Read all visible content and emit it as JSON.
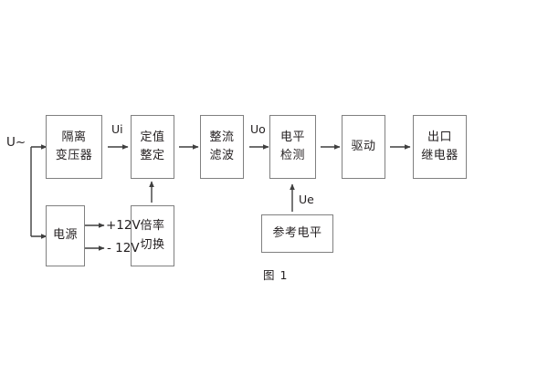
{
  "figure": {
    "caption": "图 1",
    "signal_labels": {
      "input": "U~",
      "ui": "Ui",
      "uo": "Uo",
      "ue": "Ue",
      "pos12v": "+12V",
      "neg12v": "- 12V"
    },
    "colors": {
      "box_border": "#808080",
      "text": "#231f20",
      "wire": "#3f3f3f",
      "background": "#ffffff"
    },
    "blocks": [
      {
        "id": "isolation-transformer",
        "lines": [
          "隔离",
          "变压器"
        ]
      },
      {
        "id": "setting-value",
        "lines": [
          "定值",
          "整定"
        ]
      },
      {
        "id": "rectify-filter",
        "lines": [
          "整流",
          "滤波"
        ]
      },
      {
        "id": "level-detect",
        "lines": [
          "电平",
          "检测"
        ]
      },
      {
        "id": "drive",
        "lines": [
          "驱动"
        ]
      },
      {
        "id": "output-relay",
        "lines": [
          "出口",
          "继电器"
        ]
      },
      {
        "id": "power-supply",
        "lines": [
          "电源"
        ]
      },
      {
        "id": "multiplier-switch",
        "lines": [
          "倍率",
          "切换"
        ]
      },
      {
        "id": "reference-level",
        "lines": [
          "参考电平"
        ]
      }
    ]
  }
}
